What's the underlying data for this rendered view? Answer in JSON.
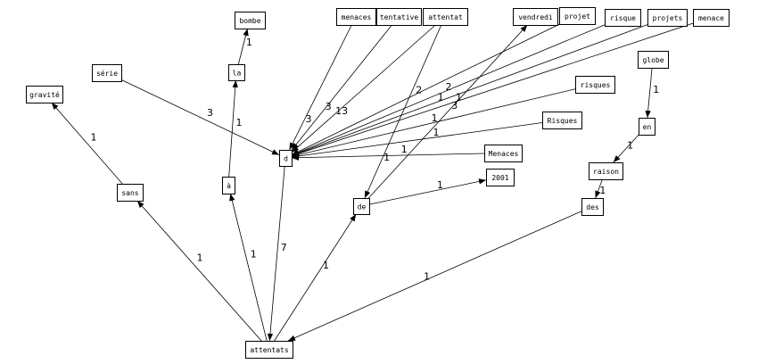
{
  "colors": {
    "line": "#000000",
    "background": "#ffffff"
  },
  "nodes": [
    {
      "id": "bombe",
      "label": "bombe"
    },
    {
      "id": "la",
      "label": "la"
    },
    {
      "id": "serie",
      "label": "série"
    },
    {
      "id": "gravite",
      "label": "gravité"
    },
    {
      "id": "menaces",
      "label": "menaces"
    },
    {
      "id": "tentative",
      "label": "tentative"
    },
    {
      "id": "attentat",
      "label": "attentat"
    },
    {
      "id": "vendredi",
      "label": "vendredi"
    },
    {
      "id": "projet",
      "label": "projet"
    },
    {
      "id": "risque",
      "label": "risque"
    },
    {
      "id": "projets",
      "label": "projets"
    },
    {
      "id": "menace",
      "label": "menace"
    },
    {
      "id": "globe",
      "label": "globe"
    },
    {
      "id": "risques",
      "label": "risques"
    },
    {
      "id": "Risques",
      "label": "Risques"
    },
    {
      "id": "Menaces",
      "label": "Menaces"
    },
    {
      "id": "en",
      "label": "en"
    },
    {
      "id": "raison",
      "label": "raison"
    },
    {
      "id": "d",
      "label": "d"
    },
    {
      "id": "a",
      "label": "à"
    },
    {
      "id": "sans",
      "label": "sans"
    },
    {
      "id": "de",
      "label": "de"
    },
    {
      "id": "y2001",
      "label": "2001"
    },
    {
      "id": "des",
      "label": "des"
    },
    {
      "id": "attentats",
      "label": "attentats"
    }
  ],
  "edges": [
    {
      "from": "serie",
      "to": "d",
      "weight": "3"
    },
    {
      "from": "menaces",
      "to": "d",
      "weight": "3"
    },
    {
      "from": "tentative",
      "to": "d",
      "weight": "3"
    },
    {
      "from": "attentat",
      "to": "d",
      "weight": "13"
    },
    {
      "from": "projet",
      "to": "d",
      "weight": "2"
    },
    {
      "from": "risque",
      "to": "d",
      "weight": "2"
    },
    {
      "from": "projets",
      "to": "d",
      "weight": "1"
    },
    {
      "from": "menace",
      "to": "d",
      "weight": "1"
    },
    {
      "from": "risques",
      "to": "d",
      "weight": "1"
    },
    {
      "from": "Risques",
      "to": "d",
      "weight": "1"
    },
    {
      "from": "Menaces",
      "to": "d",
      "weight": "1"
    },
    {
      "from": "attentat",
      "to": "de",
      "weight": "1"
    },
    {
      "from": "de",
      "to": "vendredi",
      "weight": "3"
    },
    {
      "from": "de",
      "to": "y2001",
      "weight": "1"
    },
    {
      "from": "la",
      "to": "bombe",
      "weight": "1"
    },
    {
      "from": "a",
      "to": "la",
      "weight": "1"
    },
    {
      "from": "sans",
      "to": "gravite",
      "weight": "1"
    },
    {
      "from": "globe",
      "to": "en",
      "weight": "1"
    },
    {
      "from": "en",
      "to": "raison",
      "weight": "1"
    },
    {
      "from": "raison",
      "to": "des",
      "weight": "1"
    },
    {
      "from": "des",
      "to": "attentats",
      "weight": "1"
    },
    {
      "from": "d",
      "to": "attentats",
      "weight": "7"
    },
    {
      "from": "attentats",
      "to": "sans",
      "weight": "1"
    },
    {
      "from": "attentats",
      "to": "a",
      "weight": "1"
    },
    {
      "from": "attentats",
      "to": "de",
      "weight": "1"
    }
  ]
}
